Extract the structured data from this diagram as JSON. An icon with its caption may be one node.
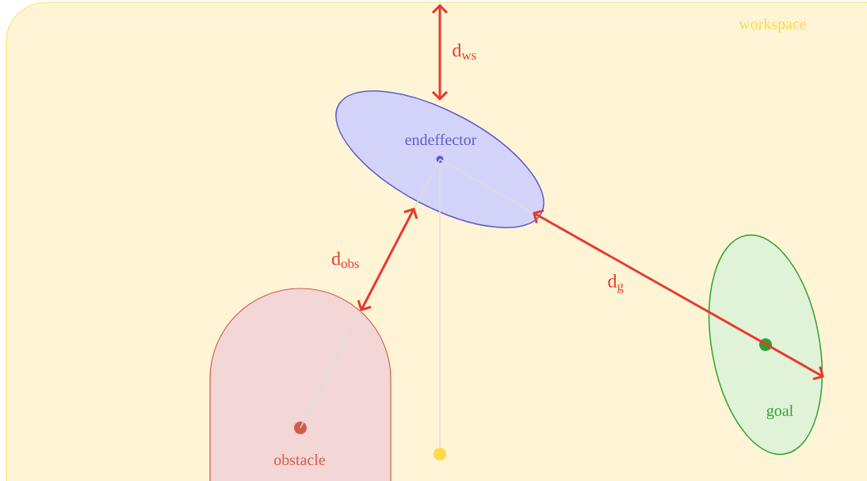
{
  "diagram": {
    "nodes": [
      {
        "text": [
          "workspace"
        ]
      },
      {
        "text": [
          "endeffector"
        ],
        "in": 0
      },
      {
        "text": [
          "obstacle"
        ],
        "in": 0
      },
      {
        "text": [
          "goal"
        ],
        "in": 0
      },
      {
        "text": [],
        "shape": "circle",
        "in": 0
      }
    ],
    "edges": [
      {
        "from": 0,
        "to": 1,
        "arrow": "both",
        "label": "d$_{ws}$"
      },
      {
        "from": 1,
        "to": 2,
        "arrow": "both",
        "label": "d$_{obs}$"
      },
      {
        "from": 1,
        "to": 3,
        "arrow": "both",
        "label": "d$_{g}$"
      },
      {
        "from": 1,
        "to": 4,
        "arrow": "none",
        "color": "#dddddd"
      }
    ]
  }
}
